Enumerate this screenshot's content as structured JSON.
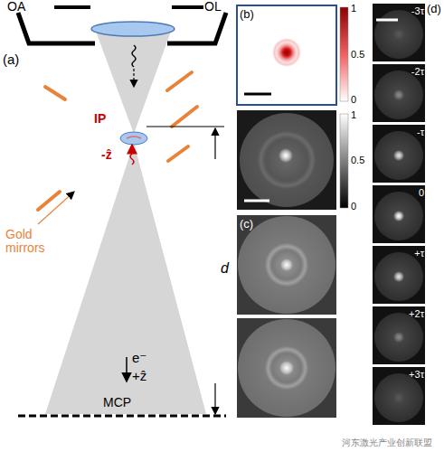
{
  "diagram": {
    "labels": [
      "OA",
      "OL",
      "(a)",
      "IP",
      "-ẑ",
      "Gold mirrors",
      "d",
      "e⁻",
      "+ẑ",
      "MCP",
      "(b)",
      "1",
      "0.5",
      "0",
      "1",
      "0.5",
      "0",
      "(c)",
      "(d)",
      "-3τ",
      "-2τ",
      "-τ",
      "0",
      "+τ",
      "+2τ",
      "+3τ",
      "河东激光产业创新联盟"
    ]
  }
}
